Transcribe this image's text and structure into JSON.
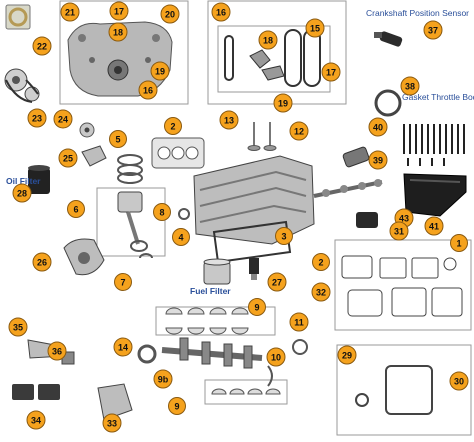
{
  "colors": {
    "callout_fill": "#f5a21d",
    "callout_stroke": "#8a5a10",
    "callout_text": "#111111",
    "box_stroke": "#9a9a9a",
    "part_dark": "#3a3a3a",
    "part_mid": "#8c8c8c",
    "part_light": "#c8c8c8",
    "gasket_red": "#c0392b",
    "accent_blue": "#2a4f9a"
  },
  "callouts": {
    "c22": "22",
    "c21": "21",
    "c17a": "17",
    "c20": "20",
    "c18a": "18",
    "c19a": "19",
    "c16a": "16",
    "c16b": "16",
    "c18b": "18",
    "c15": "15",
    "c17b": "17",
    "c19b": "19",
    "c37": "37",
    "c23": "23",
    "c38": "38",
    "c24": "24",
    "c5": "5",
    "c2a": "2",
    "c13": "13",
    "c12": "12",
    "c40": "40",
    "c25": "25",
    "c39": "39",
    "c28": "28",
    "c6": "6",
    "c8": "8",
    "c4": "4",
    "c41": "41",
    "c43": "43",
    "c3": "3",
    "c31": "31",
    "c1": "1",
    "c26": "26",
    "c7": "7",
    "c27": "27",
    "c2b": "2",
    "c32": "32",
    "c9a": "9",
    "c11": "11",
    "c35": "35",
    "c14": "14",
    "c10": "10",
    "c9b": "9b",
    "c29": "29",
    "c30": "30",
    "c36": "36",
    "c34": "34",
    "c33": "33",
    "c9c": "9"
  },
  "labels": {
    "crank_sensor": "Crankshaft Position Sensor",
    "throttle_gasket": "Gasket Throttle Body",
    "oil_filter": "Oil Filter",
    "fuel_filter": "Fuel Filter"
  },
  "icons": {
    "timing_cover": "timing-cover-icon",
    "cylinder_head": "cylinder-head-icon",
    "engine_block": "engine-block-icon",
    "crankshaft": "crankshaft-icon",
    "oil_pan": "oil-pan-icon"
  }
}
